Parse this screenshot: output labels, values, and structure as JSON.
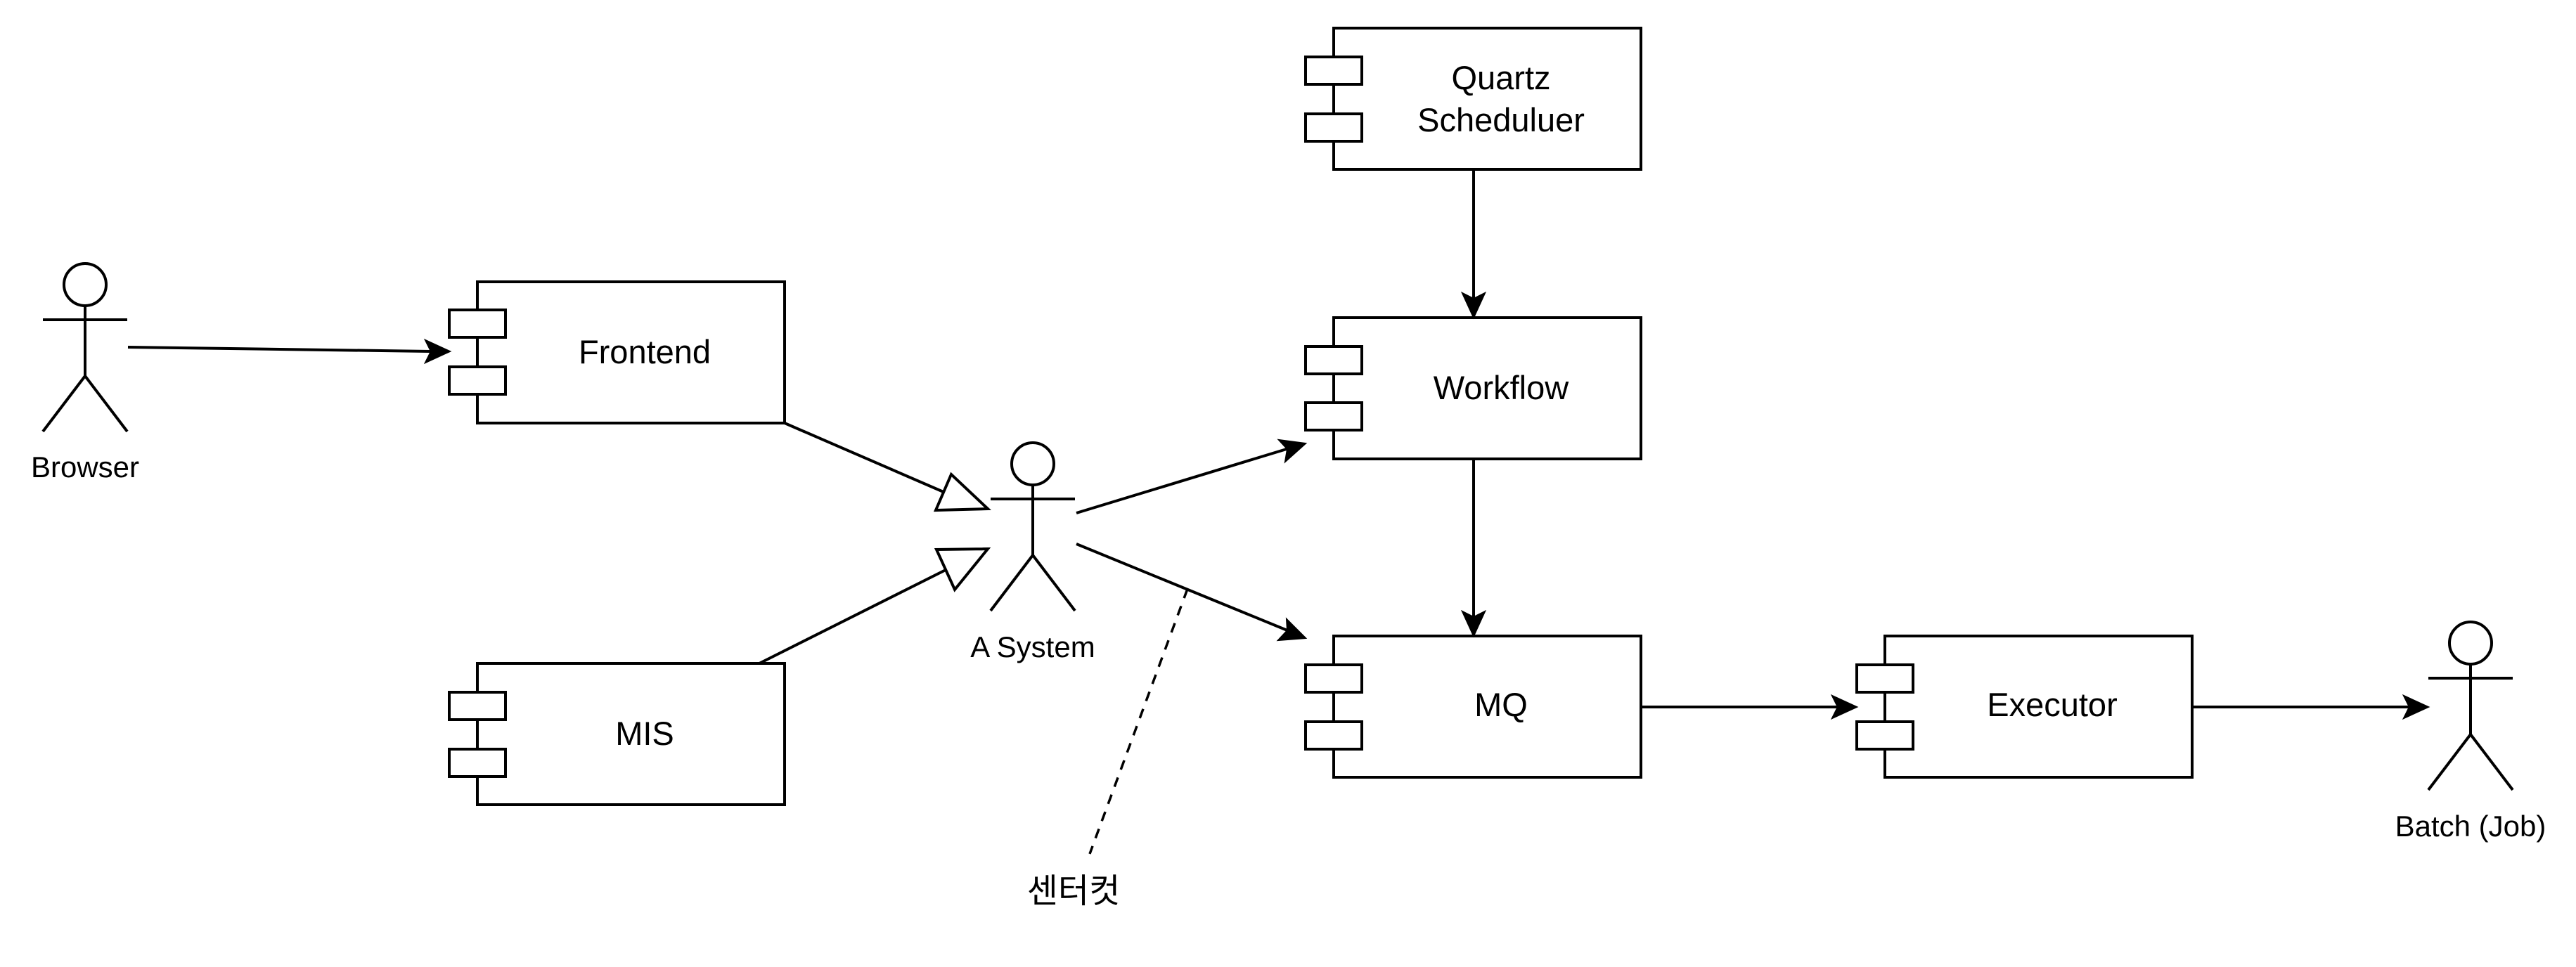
{
  "components": {
    "frontend": "Frontend",
    "mis": "MIS",
    "quartz_line1": "Quartz",
    "quartz_line2": "Scheduluer",
    "workflow": "Workflow",
    "mq": "MQ",
    "executor": "Executor"
  },
  "actors": {
    "browser": "Browser",
    "a_system": "A System",
    "batch_job": "Batch (Job)"
  },
  "notes": {
    "center_cut": "센터컷"
  },
  "colors": {
    "stroke": "#000000",
    "fill": "#ffffff"
  }
}
